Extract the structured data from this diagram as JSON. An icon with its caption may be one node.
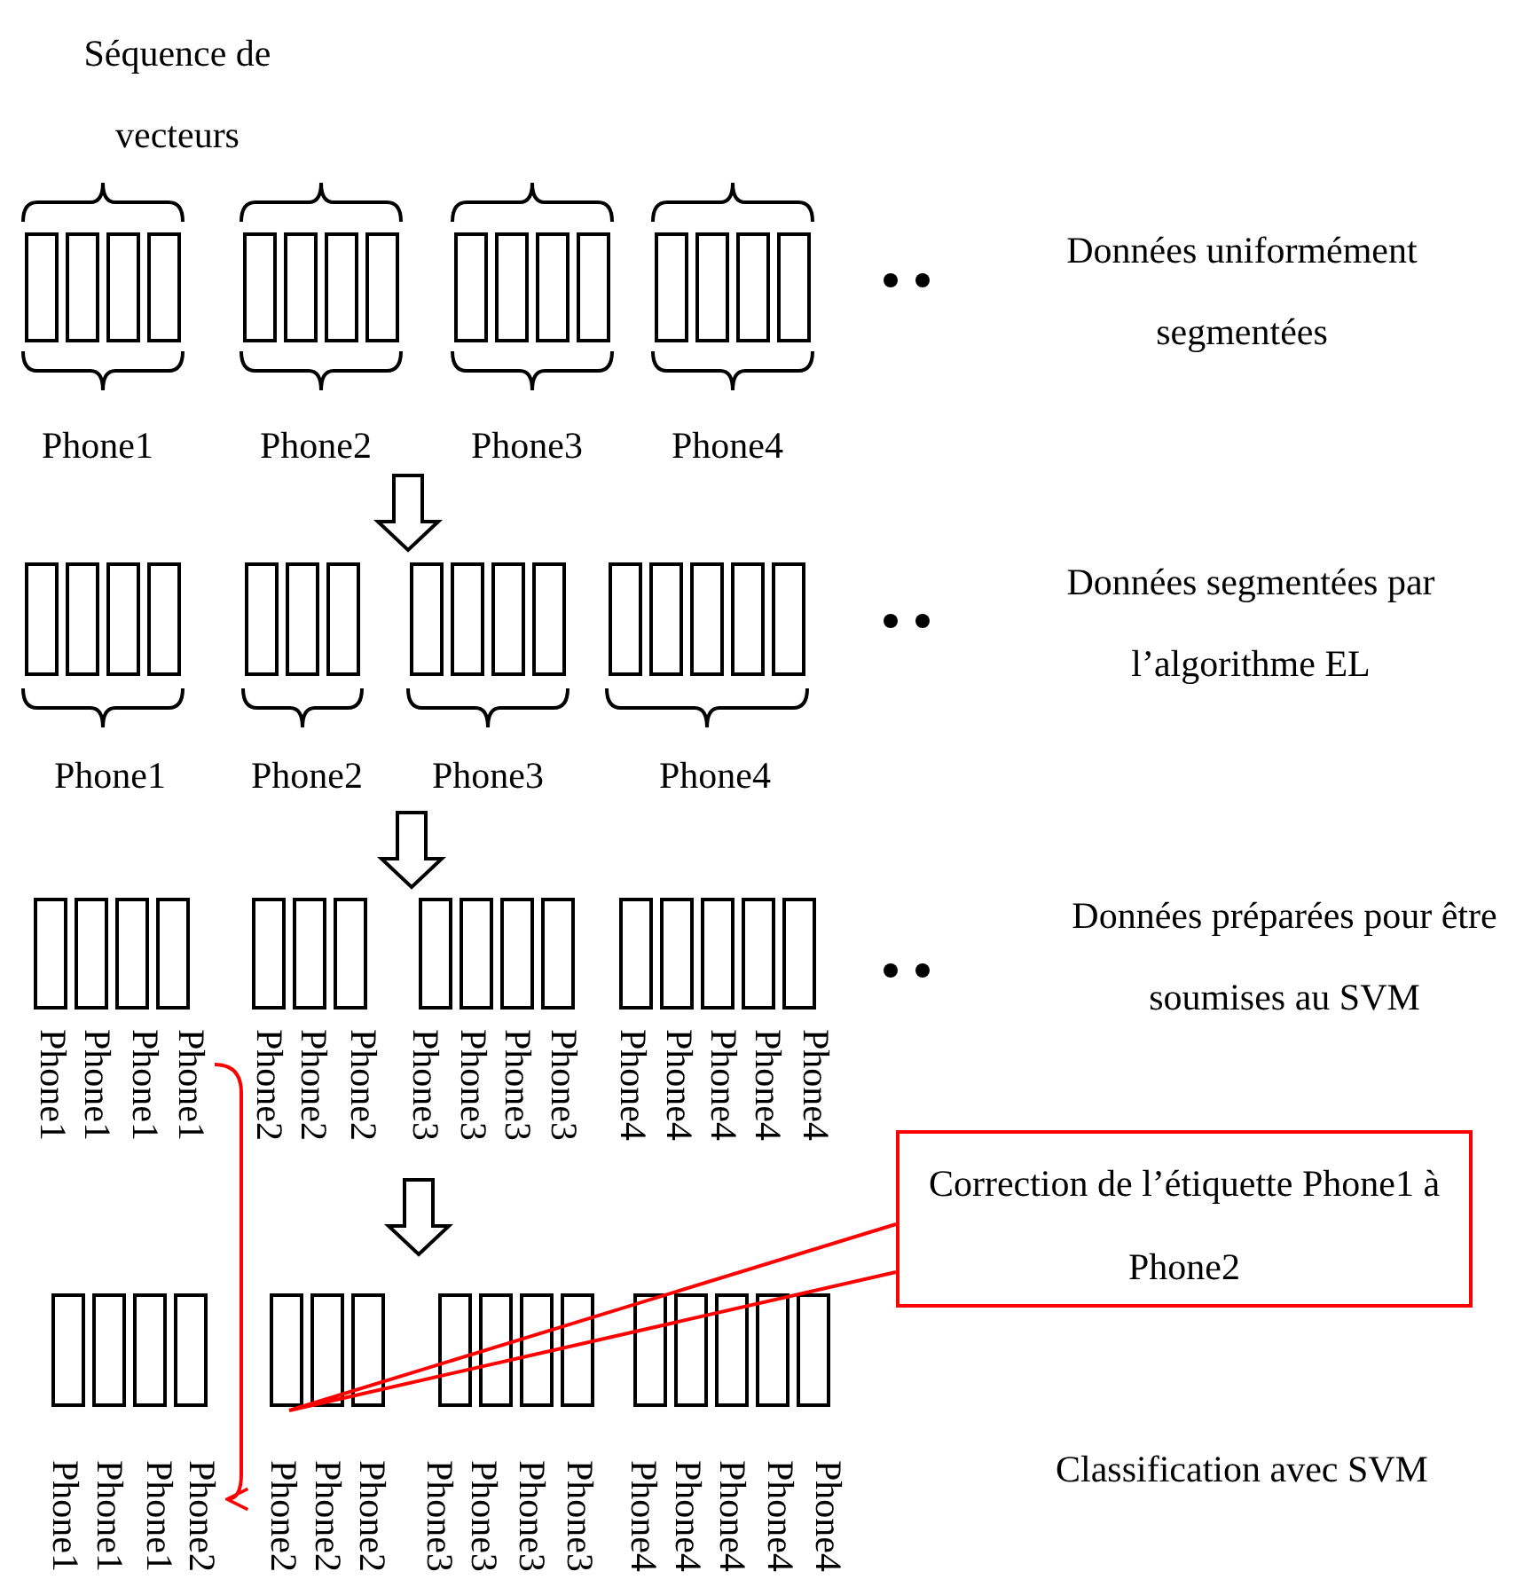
{
  "diagram": {
    "nodes": [
      {
        "text": [
          "Phone1"
        ]
      },
      {
        "text": [
          "Correction de l’étiquette Phone1 à Phone2"
        ]
      },
      {
        "text": [
          "Phone2"
        ]
      }
    ],
    "edges": [
      {
        "from": 0,
        "to": 2,
        "arrow": "to"
      },
      {
        "from": 1,
        "to": null,
        "arrow": "none"
      }
    ],
    "labels": [
      "Séquence de vecteurs",
      "Données uniformément segmentées",
      "Phone1",
      "Phone2",
      "Phone3",
      "Phone4",
      "Données segmentées par l’algorithme EL",
      "Phone1",
      "Phone2",
      "Phone3",
      "Phone4",
      "Données préparées pour être soumises au SVM",
      "Phone1",
      "Phone1",
      "Phone1",
      "Phone2",
      "Phone2",
      "Phone2",
      "Phone3",
      "Phone3",
      "Phone3",
      "Phone3",
      "Phone4",
      "Phone4",
      "Phone4",
      "Phone4",
      "Phone4",
      "Classification avec SVM",
      "Phone1",
      "Phone1",
      "Phone1",
      "Phone2",
      "Phone2",
      "Phone2",
      "Phone3",
      "Phone3",
      "Phone3",
      "Phone3",
      "Phone4",
      "Phone4",
      "Phone4",
      "Phone4",
      "Phone4"
    ]
  }
}
